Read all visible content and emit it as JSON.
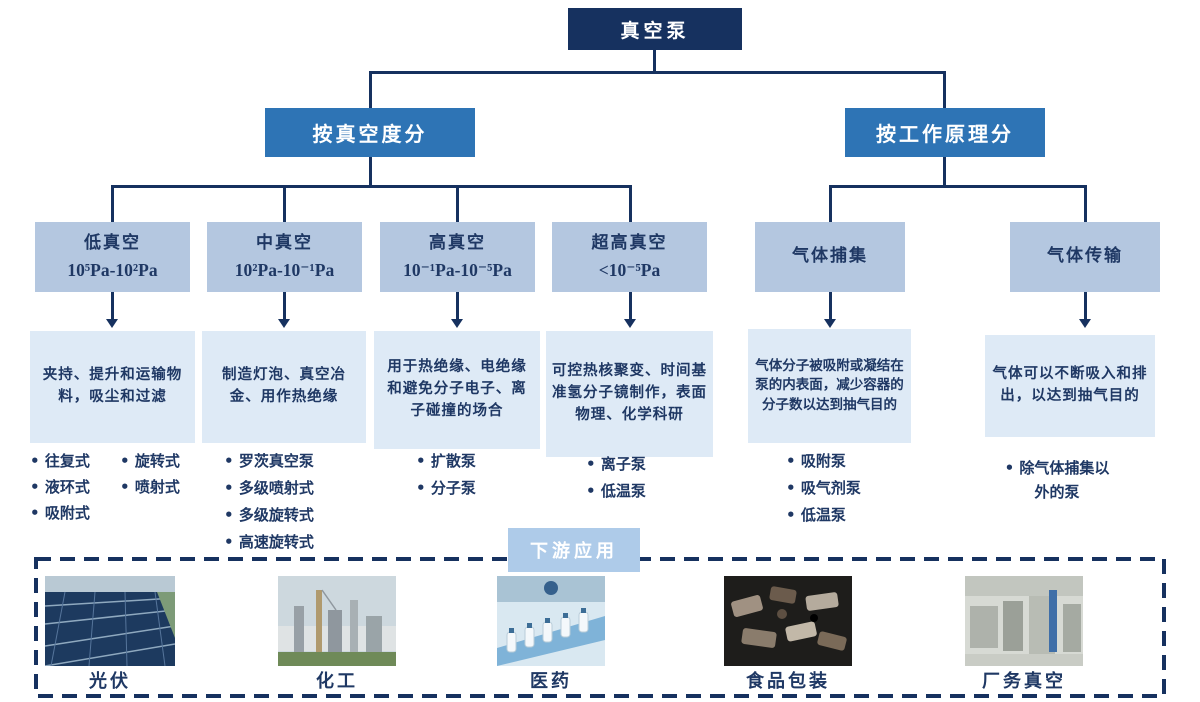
{
  "palette": {
    "navy": "#16315F",
    "mid_blue": "#2E74B5",
    "category_blue": "#B4C7E0",
    "description_blue": "#DEEAF6",
    "tag_blue": "#AECBE9",
    "text_navy": "#1F3864"
  },
  "root": {
    "label": "真空泵"
  },
  "branches": {
    "left": "按真空度分",
    "right": "按工作原理分"
  },
  "categories": [
    {
      "title": "低真空",
      "range": "10⁵Pa-10²Pa",
      "desc": "夹持、提升和运输物料，吸尘和过滤",
      "pumps": [
        "往复式",
        "旋转式",
        "液环式",
        "喷射式",
        "吸附式"
      ]
    },
    {
      "title": "中真空",
      "range": "10²Pa-10⁻¹Pa",
      "desc": "制造灯泡、真空冶金、用作热绝缘",
      "pumps": [
        "罗茨真空泵",
        "多级喷射式",
        "多级旋转式",
        "高速旋转式"
      ]
    },
    {
      "title": "高真空",
      "range": "10⁻¹Pa-10⁻⁵Pa",
      "desc": "用于热绝缘、电绝缘和避免分子电子、离子碰撞的场合",
      "pumps": [
        "扩散泵",
        "分子泵"
      ]
    },
    {
      "title": "超高真空",
      "range": "<10⁻⁵Pa",
      "desc": "可控热核聚变、时间基准氢分子镜制作，表面物理、化学科研",
      "pumps": [
        "离子泵",
        "低温泵"
      ]
    },
    {
      "title": "气体捕集",
      "range": "",
      "desc": "气体分子被吸附或凝结在泵的内表面，减少容器的分子数以达到抽气目的",
      "pumps": [
        "吸附泵",
        "吸气剂泵",
        "低温泵"
      ]
    },
    {
      "title": "气体传输",
      "range": "",
      "desc": "气体可以不断吸入和排出，以达到抽气目的",
      "pumps": [
        "除气体捕集以外的泵"
      ]
    }
  ],
  "downstream": {
    "title": "下游应用",
    "apps": [
      {
        "label": "光伏",
        "image": "solar-farm-photo"
      },
      {
        "label": "化工",
        "image": "chemical-plant-photo"
      },
      {
        "label": "医药",
        "image": "pharma-production-photo"
      },
      {
        "label": "食品包装",
        "image": "food-packaging-photo"
      },
      {
        "label": "厂务真空",
        "image": "facility-vacuum-photo"
      }
    ]
  }
}
